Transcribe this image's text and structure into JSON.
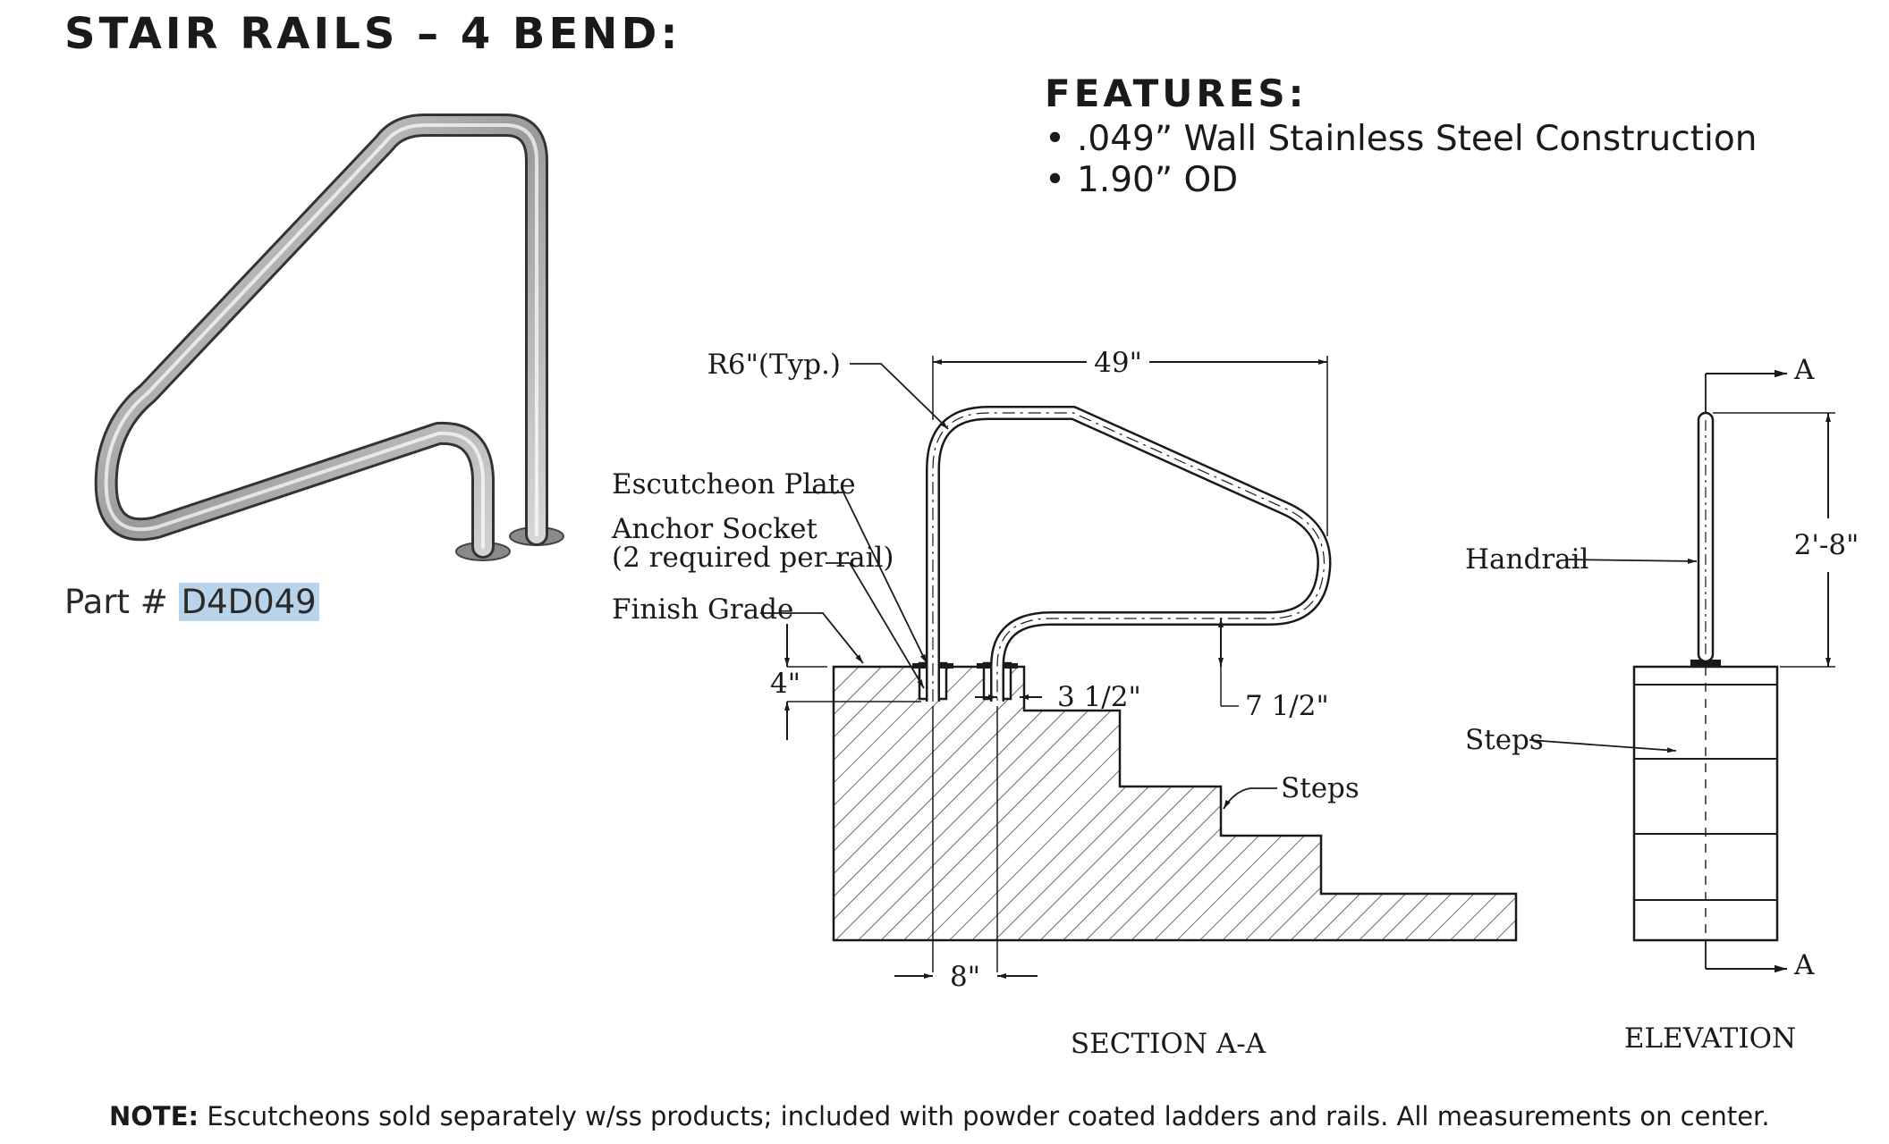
{
  "title": "STAIR RAILS –  4 BEND:",
  "features": {
    "heading": "FEATURES:",
    "items": [
      ".049” Wall Stainless Steel Construction",
      "1.90” OD"
    ]
  },
  "part": {
    "label": "Part # ",
    "number": "D4D049"
  },
  "drawing": {
    "section_labels": {
      "radius": "R6\"(Typ.)",
      "width": "49\"",
      "escutcheon": "Escutcheon Plate",
      "anchor": "Anchor Socket",
      "anchor_note": "(2 required per rail)",
      "finish_grade": "Finish Grade",
      "depth": "4\"",
      "setback": "3 1/2\"",
      "clearance": "7 1/2\"",
      "steps": "Steps",
      "spacing": "8\"",
      "caption": "SECTION A-A"
    },
    "elevation_labels": {
      "section_mark_top": "A",
      "section_mark_bottom": "A",
      "handrail": "Handrail",
      "height": "2'-8\"",
      "steps": "Steps",
      "caption": "ELEVATION"
    }
  },
  "note": {
    "label": "NOTE:",
    "text": " Escutcheons sold separately w/ss products; included with powder coated ladders and rails. All measurements on center."
  }
}
